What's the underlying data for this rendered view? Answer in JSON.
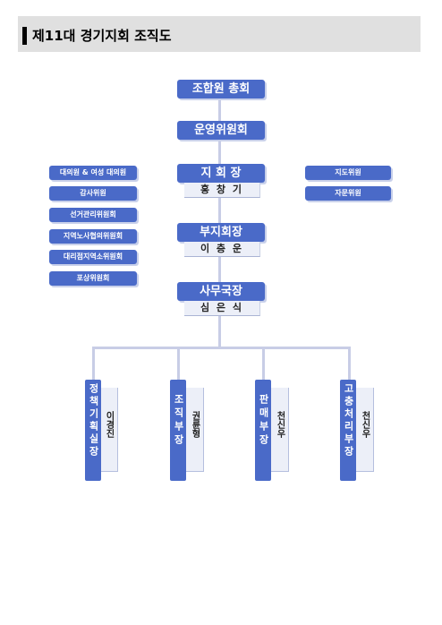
{
  "header": {
    "title": "제11대 경기지회 조직도"
  },
  "org": {
    "general_assembly": "조합원 총회",
    "steering": "운영위원회",
    "branch_head": {
      "title": "지 회 장",
      "name": "홍 창 기"
    },
    "vice_head": {
      "title": "부지회장",
      "name": "이 층 운"
    },
    "secretary": {
      "title": "사무국장",
      "name": "심 은 식"
    },
    "left_committees": [
      "대의원 & 여성 대의원",
      "감사위원",
      "선거관리위원회",
      "지역노사협의위원회",
      "대리점지역소위원회",
      "포상위원회"
    ],
    "right_committees": [
      "지도위원",
      "자문위원"
    ],
    "departments": [
      {
        "title": "정책기획실장",
        "name": "이경진"
      },
      {
        "title": "조직부장",
        "name": "권륜형"
      },
      {
        "title": "판매부장",
        "name": "천신우"
      },
      {
        "title": "고충처리부장",
        "name": "천신우"
      }
    ]
  }
}
